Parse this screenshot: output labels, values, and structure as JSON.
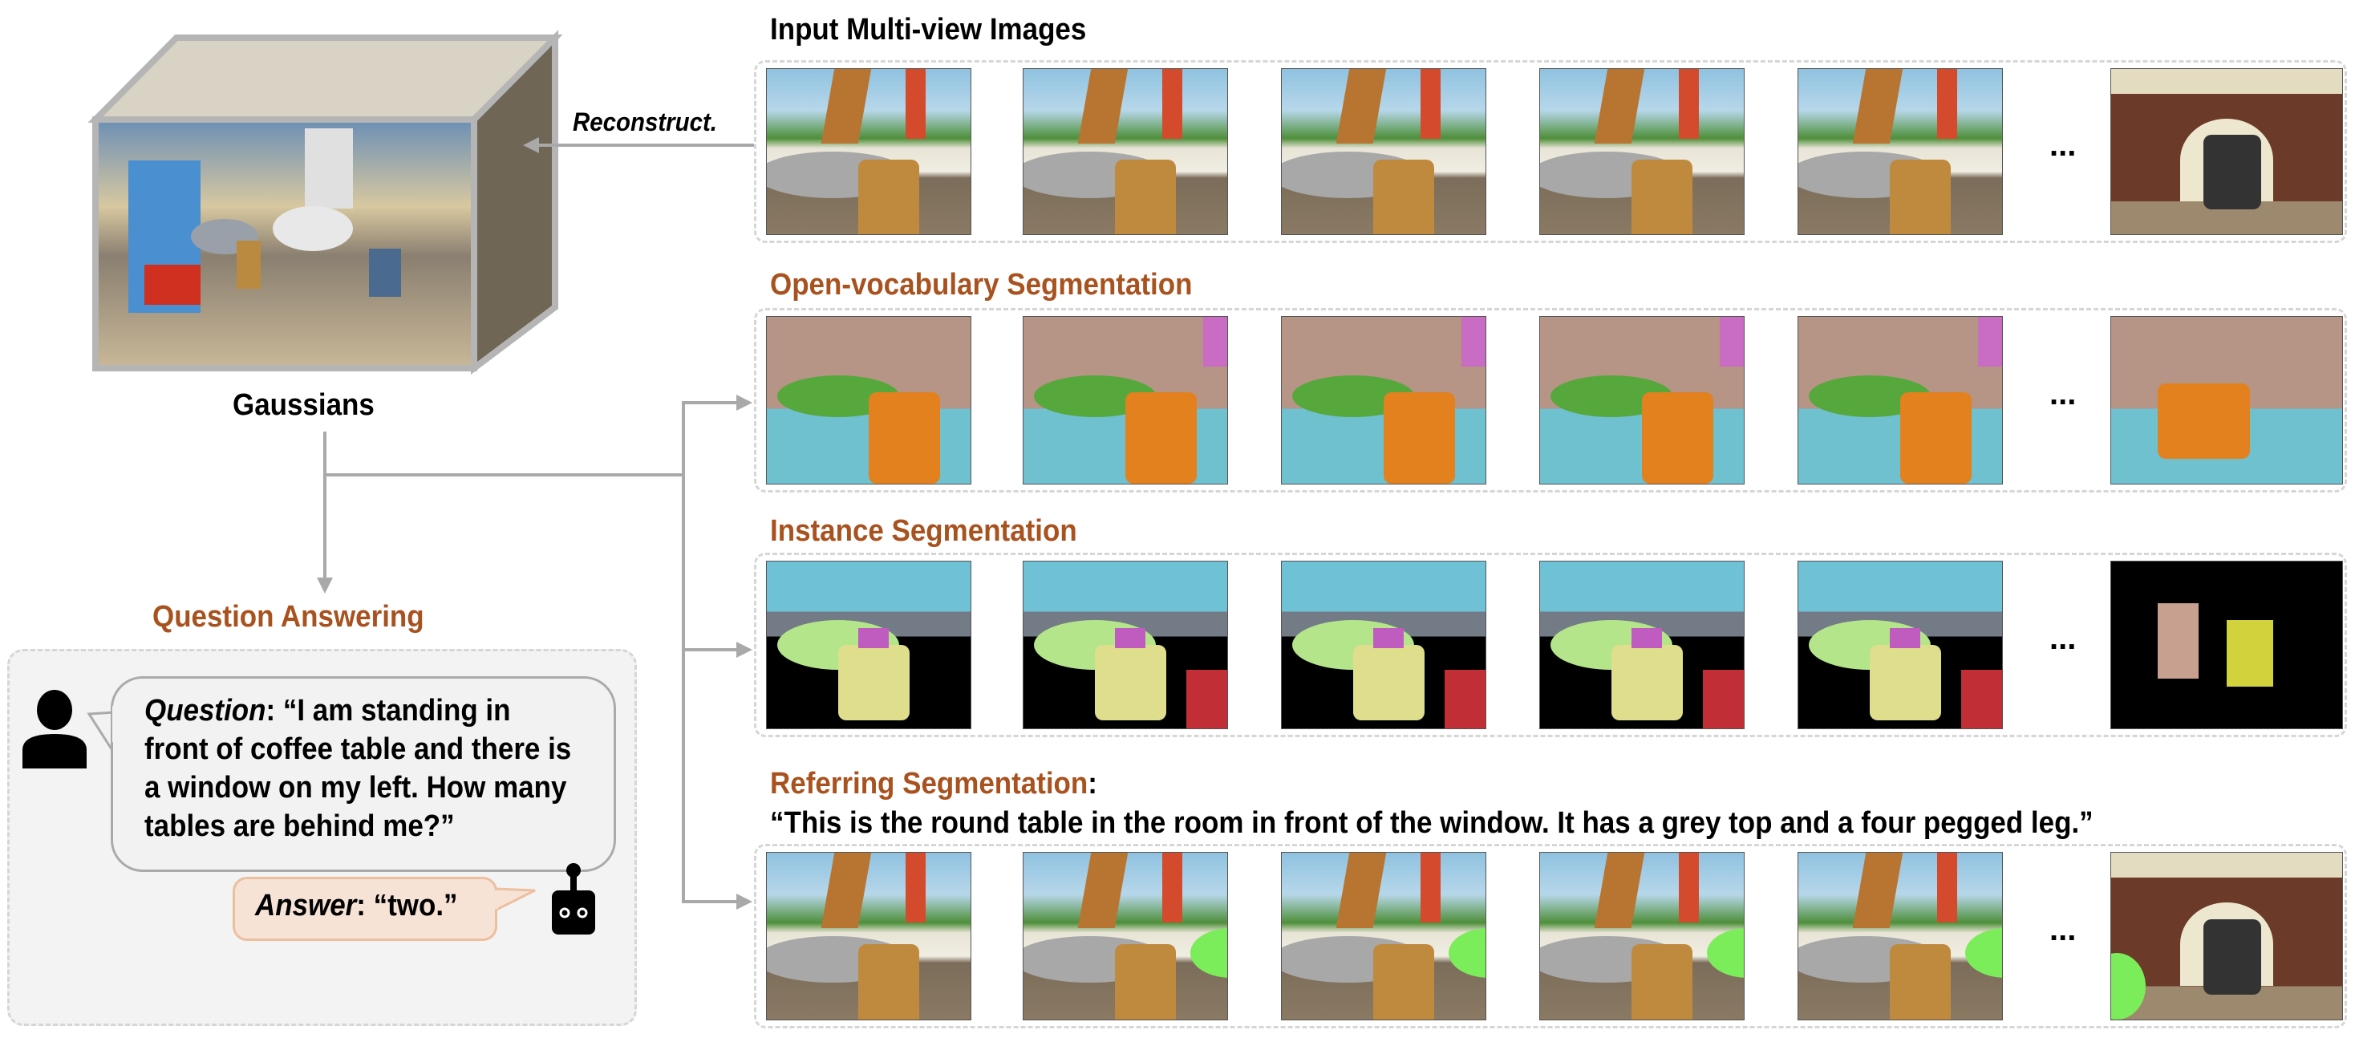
{
  "gaussians": {
    "label": "Gaussians"
  },
  "reconstruct_label": "Reconstruct.",
  "rows": {
    "input": {
      "title": "Input Multi-view Images"
    },
    "open_vocab": {
      "title": "Open-vocabulary Segmentation"
    },
    "instance": {
      "title": "Instance Segmentation"
    },
    "referring": {
      "title": "Referring Segmentation",
      "colon": ":",
      "query": "“This is the round table in the room in front of the window. It has a grey top and a four pegged leg.”"
    }
  },
  "ellipsis": "...",
  "qa": {
    "title": "Question Answering",
    "question_label": "Question",
    "question_text": ": “I am standing in front of coffee table and there is a window on my left. How many tables are behind me?”",
    "answer_label": "Answer",
    "answer_text": ": “two.”"
  }
}
